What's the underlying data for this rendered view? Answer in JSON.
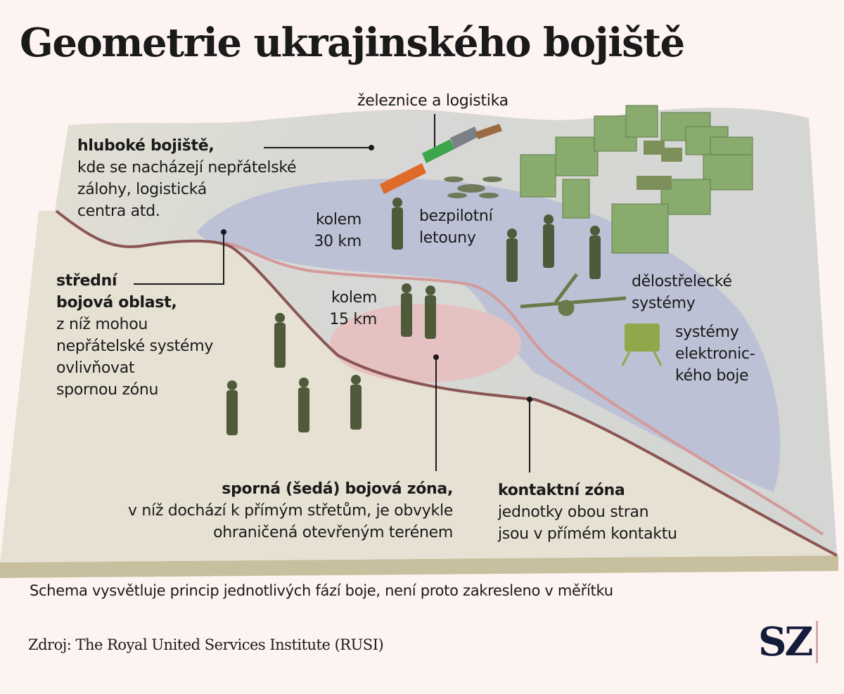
{
  "title": "Geometrie ukrajinského bojiště",
  "labels": {
    "rail": "železnice a logistika",
    "deep_title": "hluboké bojiště,",
    "deep_lines": [
      "kde se nacházejí nepřátelské",
      "zálohy, logistická",
      "centra atd."
    ],
    "mid_title": [
      "střední",
      "bojová oblast,"
    ],
    "mid_lines": [
      "z níž mohou",
      "nepřátelské systémy",
      "ovlivňovat",
      "spornou zónu"
    ],
    "range30": [
      "kolem",
      "30 km"
    ],
    "range15": [
      "kolem",
      "15 km"
    ],
    "drones": [
      "bezpilotní",
      "letouny"
    ],
    "artillery": [
      "dělostřelecké",
      "systémy"
    ],
    "ew": [
      "systémy",
      "elektronic-",
      "kého boje"
    ],
    "contested_title": "sporná (šedá) bojová zóna,",
    "contested_lines": [
      "v níž dochází k přímým střetům, je obvykle",
      "ohraničená otevřeným terénem"
    ],
    "contact_title": "kontaktní zóna",
    "contact_lines": [
      "jednotky obou stran",
      "jsou v přímém kontaktu"
    ]
  },
  "note": "Schema vysvětluje princip jednotlivých fází boje, není proto zakresleno v měřítku",
  "source": "Zdroj: The Royal United Services Institute (RUSI)",
  "logo": "SZ",
  "colors": {
    "background": "#fdf3f1",
    "board": "#e6e1d3",
    "deep_zone": "#d6d7d4",
    "mid_zone": "#bcc1d5",
    "contested_zone": "#e5c2c1",
    "front_line": "#8a5552",
    "contact_line": "#d49a9a",
    "logo": "#141c3c"
  }
}
